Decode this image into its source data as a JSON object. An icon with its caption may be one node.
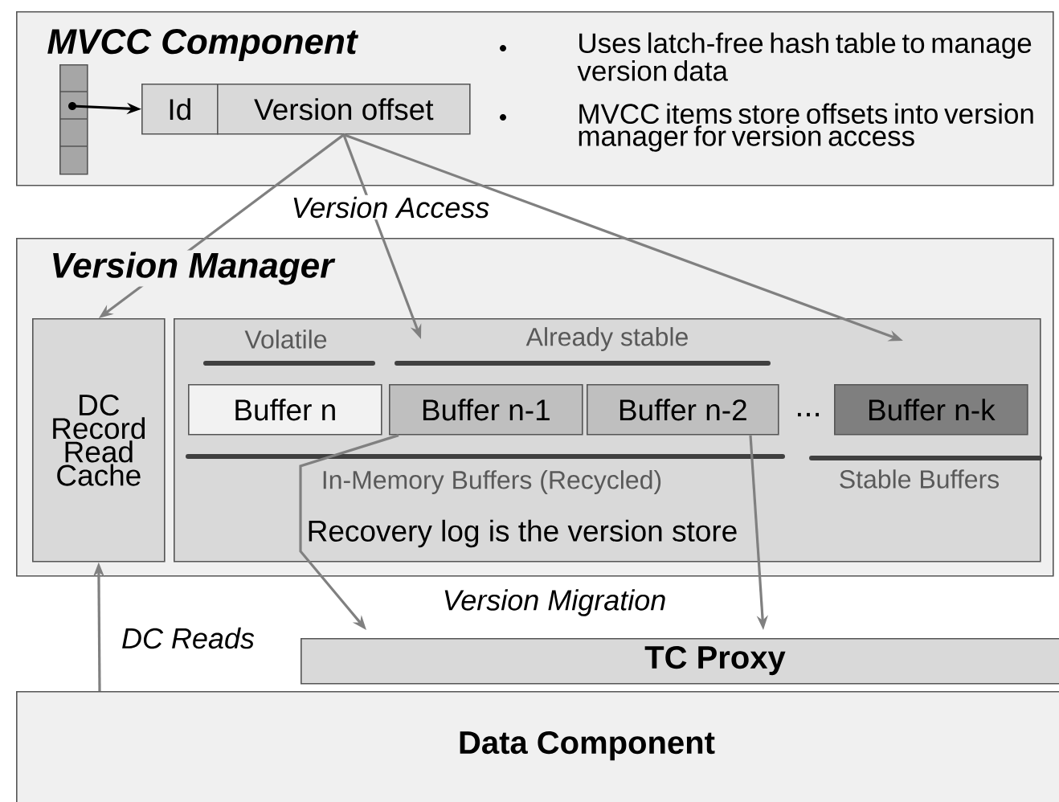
{
  "diagram": {
    "nodes": [
      {
        "text": [
          "MVCC Component",
          "Uses latch-free hash table to manage version data",
          "MVCC items store offsets into version manager for version access"
        ]
      },
      {
        "text": [],
        "shape": "box",
        "in": 0
      },
      {
        "text": [
          "Id"
        ],
        "in": 0
      },
      {
        "text": [
          "Version offset"
        ],
        "in": 0
      },
      {
        "text": [
          "Version Manager"
        ]
      },
      {
        "text": [
          "DC Record Read Cache"
        ],
        "in": 4
      },
      {
        "text": [
          "Volatile",
          "Already stable",
          "...",
          "In-Memory Buffers (Recycled)",
          "Stable Buffers",
          "Recovery log is the version store"
        ],
        "in": 4
      },
      {
        "text": [
          "Buffer n"
        ],
        "in": 6
      },
      {
        "text": [
          "Buffer n-1"
        ],
        "in": 6
      },
      {
        "text": [
          "Buffer n-2"
        ],
        "in": 6
      },
      {
        "text": [
          "Buffer n-k"
        ],
        "in": 6
      },
      {
        "text": [
          "TC Proxy"
        ]
      },
      {
        "text": [
          "Data Component"
        ]
      }
    ],
    "edges": [
      {
        "from": 1,
        "to": 2,
        "arrow": "to",
        "color": "#000000"
      },
      {
        "from": 3,
        "to": 5,
        "arrow": "to"
      },
      {
        "from": 3,
        "to": 6,
        "arrow": "to",
        "label": "Version Access"
      },
      {
        "from": 3,
        "to": 6,
        "arrow": "to"
      },
      {
        "from": 8,
        "to": 11,
        "arrow": "to"
      },
      {
        "from": 9,
        "to": 11,
        "arrow": "to",
        "label": "Version Migration"
      },
      {
        "from": 12,
        "to": 5,
        "arrow": "to",
        "label": "DC Reads"
      }
    ]
  }
}
